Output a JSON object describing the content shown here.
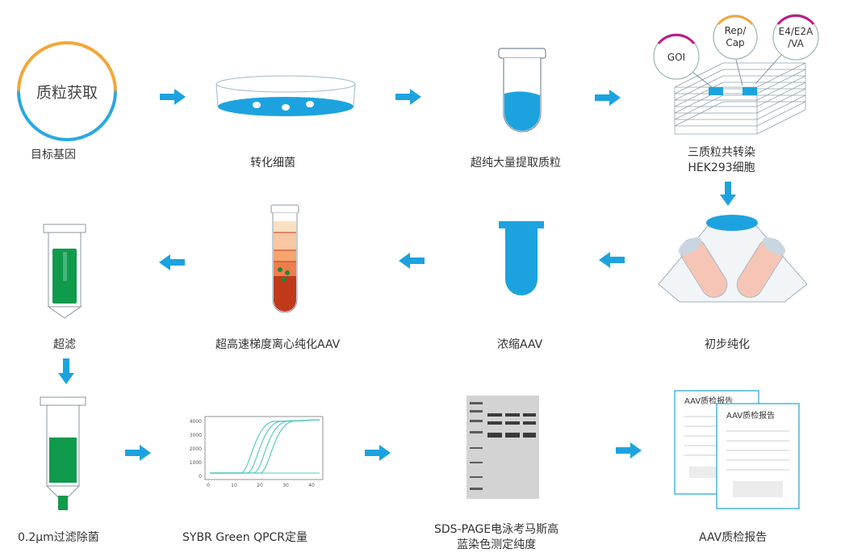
{
  "steps": {
    "plasmid": {
      "circle_text": "质粒获取",
      "label": "目标基因"
    },
    "transform": {
      "label": "转化细菌"
    },
    "extract": {
      "label": "超纯大量提取质粒"
    },
    "cotransfect": {
      "label_line1": "三质粒共转染",
      "label_line2": "HEK293细胞",
      "plasmids": {
        "goi": "GOI",
        "rep_cap": "Rep/\nCap",
        "e4": "E4/E2A\n/VA"
      }
    },
    "purify": {
      "label": "初步纯化"
    },
    "concentrate": {
      "label": "浓缩AAV"
    },
    "centrifuge": {
      "label": "超高速梯度离心纯化AAV"
    },
    "ultrafilter": {
      "label": "超滤"
    },
    "sterile": {
      "label": "0.2μm过滤除菌"
    },
    "qpcr": {
      "label": "SYBR Green QPCR定量",
      "y_ticks": [
        "4000",
        "3000",
        "2000",
        "1000",
        "0"
      ],
      "x_ticks": [
        "0",
        "10",
        "20",
        "30",
        "40"
      ]
    },
    "sds": {
      "label_line1": "SDS-PAGE电泳考马斯高",
      "label_line2": "蓝染色测定纯度"
    },
    "report": {
      "label": "AAV质检报告",
      "doc_title": "AAV质检报告"
    }
  },
  "colors": {
    "arrow": "#1ca3df",
    "blue": "#12a0de",
    "green": "#0f9a4c",
    "red": "#c0391b"
  }
}
